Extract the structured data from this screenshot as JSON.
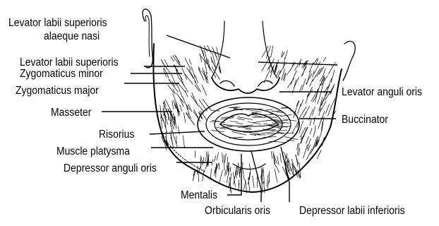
{
  "labels": {
    "levator_labii_superioris_alaeque_nasi_1": "Levator labii superioris",
    "levator_labii_superioris_alaeque_nasi_2": "alaeque nasi",
    "levator_labii_superioris": "Levator labii superioris",
    "zygomaticus_minor": "Zygomaticus minor",
    "zygomaticus_major": "Zygomaticus major",
    "masseter": "Masseter",
    "risorius": "Risorius",
    "muscle_platysma": "Muscle platysma",
    "depressor_anguli_oris": "Depressor anguli oris",
    "mentalis": "Mentalis",
    "orbicularis_oris": "Orbicularis oris",
    "depressor_labii_inferioris": "Depressor labii inferioris",
    "levator_anguli_oris": "Levator anguli oris",
    "buccinator": "Buccinator"
  },
  "colors": {
    "ink": "#000000",
    "background": "#ffffff"
  }
}
